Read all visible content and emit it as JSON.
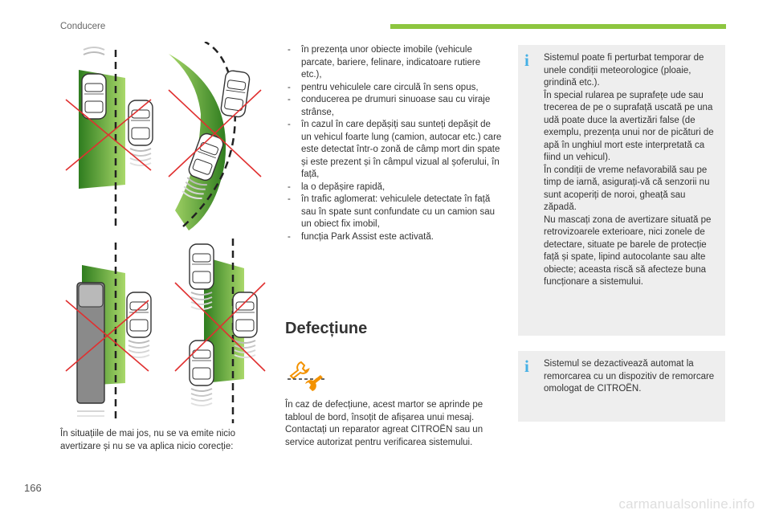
{
  "header": {
    "title": "Conducere"
  },
  "page_number": "166",
  "watermark": "carmanualsonline.info",
  "caption": "În situațiile de mai jos, nu se va emite nicio avertizare și nu se va aplica nicio corecție:",
  "bullets": [
    "în prezența unor obiecte imobile (vehicule parcate, bariere, felinare, indicatoare rutiere etc.),",
    "pentru vehiculele care circulă în sens opus,",
    "conducerea pe drumuri sinuoase sau cu viraje strânse,",
    "în cazul în care depășiți sau sunteți depășit de un vehicul foarte lung (camion, autocar etc.) care este detectat într-o zonă de câmp mort din spate și este prezent și în câmpul vizual al șoferului, în față,",
    "la o depășire rapidă,",
    "în trafic aglomerat: vehiculele detectate în față sau în spate sunt confundate cu un camion sau un obiect fix imobil,",
    "funcția Park Assist este activată."
  ],
  "bullet_marker": "-",
  "section": {
    "title": "Defecțiune",
    "paragraphs": [
      "În caz de defecțiune, acest martor se aprinde pe tabloul de bord, însoțit de afișarea unui mesaj.",
      "Contactați un reparator agreat CITROËN sau un service autorizat pentru verificarea sistemului."
    ]
  },
  "info_boxes": [
    {
      "icon": "i",
      "paragraphs": [
        "Sistemul poate fi perturbat temporar de unele condiții meteorologice (ploaie, grindină etc.).",
        "În special rularea pe suprafețe ude sau trecerea de pe o suprafață uscată pe una udă poate duce la avertizări false (de exemplu, prezența unui nor de picături de apă în unghiul mort este interpretată ca fiind un vehicul).",
        "În condiții de vreme nefavorabilă sau pe timp de iarnă, asigurați-vă că senzorii nu sunt acoperiți de noroi, gheață sau zăpadă.",
        "Nu mascați zona de avertizare situată pe retrovizoarele exterioare, nici zonele de detectare, situate pe barele de protecție față și spate, lipind autocolante sau alte obiecte; aceasta riscă să afecteze buna funcționare a sistemului."
      ]
    },
    {
      "icon": "i",
      "paragraphs": [
        "Sistemul se dezactivează automat la remorcarea cu un dispozitiv de remorcare omologat de CITROËN."
      ]
    }
  ],
  "colors": {
    "accent_green": "#8dc63f",
    "info_blue": "#45b0e5",
    "cross_red": "#e03030",
    "zone_green": "#4f9a2a"
  }
}
